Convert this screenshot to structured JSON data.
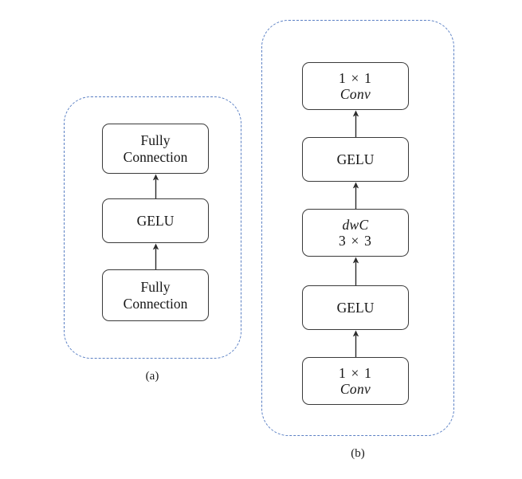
{
  "figure": {
    "background_color": "#ffffff",
    "panel_border_color": "#5b80c4",
    "node_border_color": "#3a3a3a",
    "arrow_color": "#2b2b2b"
  },
  "panels": [
    {
      "id": "a",
      "caption": "(a)",
      "nodes": [
        {
          "id": "a-fc-top",
          "line1": "Fully",
          "line2": "Connection",
          "style1": "roman",
          "style2": "roman"
        },
        {
          "id": "a-gelu",
          "line1": "GELU",
          "line2": "",
          "style1": "roman",
          "style2": "roman"
        },
        {
          "id": "a-fc-bottom",
          "line1": "Fully",
          "line2": "Connection",
          "style1": "roman",
          "style2": "roman"
        }
      ],
      "arrows": [
        {
          "id": "a-arrow-upper",
          "from": "a-fc-bottom",
          "to": "a-gelu",
          "direction": "up"
        },
        {
          "id": "a-arrow-lower",
          "from": "a-gelu",
          "to": "a-fc-top",
          "direction": "up"
        }
      ]
    },
    {
      "id": "b",
      "caption": "(b)",
      "nodes": [
        {
          "id": "b-conv-top",
          "line1": "1 × 1",
          "line2": "Conv",
          "style1": "mathup",
          "style2": "italic"
        },
        {
          "id": "b-gelu-upper",
          "line1": "GELU",
          "line2": "",
          "style1": "roman",
          "style2": "roman"
        },
        {
          "id": "b-dwc",
          "line1": "dwC",
          "line2": "3 × 3",
          "style1": "italic",
          "style2": "mathup"
        },
        {
          "id": "b-gelu-lower",
          "line1": "GELU",
          "line2": "",
          "style1": "roman",
          "style2": "roman"
        },
        {
          "id": "b-conv-bottom",
          "line1": "1 × 1",
          "line2": "Conv",
          "style1": "mathup",
          "style2": "italic"
        }
      ],
      "arrows": [
        {
          "id": "b-arrow-1",
          "from": "b-conv-bottom",
          "to": "b-gelu-lower",
          "direction": "up"
        },
        {
          "id": "b-arrow-2",
          "from": "b-gelu-lower",
          "to": "b-dwc",
          "direction": "up"
        },
        {
          "id": "b-arrow-3",
          "from": "b-dwc",
          "to": "b-gelu-upper",
          "direction": "up"
        },
        {
          "id": "b-arrow-4",
          "from": "b-gelu-upper",
          "to": "b-conv-top",
          "direction": "up"
        }
      ]
    }
  ]
}
